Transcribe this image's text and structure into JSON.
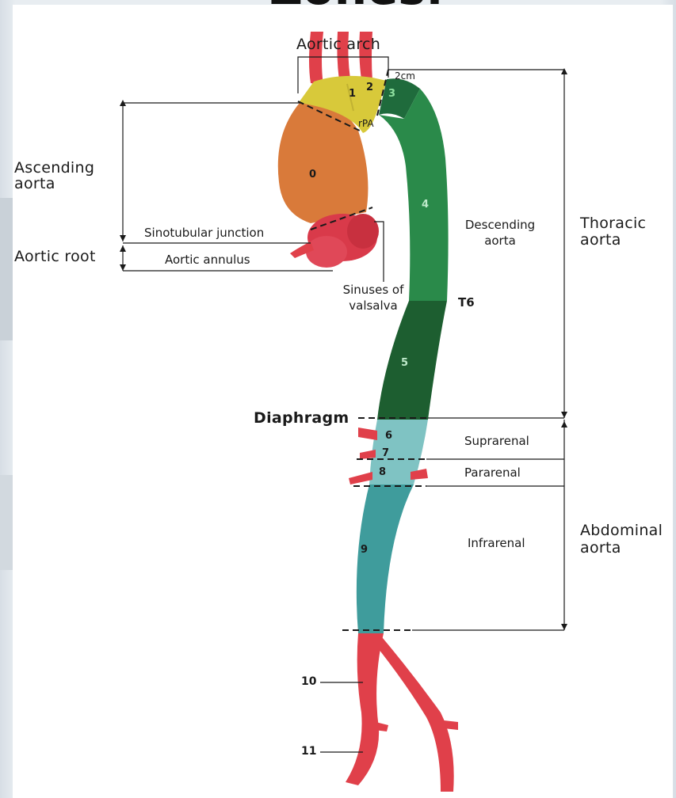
{
  "title_fragment": "Zones:",
  "labels": {
    "aortic_arch": "Aortic arch",
    "two_cm": "2cm",
    "rpa": "rPA",
    "ascending_line1": "Ascending",
    "ascending_line2": "aorta",
    "sinotubular": "Sinotubular junction",
    "aortic_root": "Aortic root",
    "aortic_annulus": "Aortic annulus",
    "sinuses_line1": "Sinuses of",
    "sinuses_line2": "valsalva",
    "descending_line1": "Descending",
    "descending_line2": "aorta",
    "t6": "T6",
    "thoracic_line1": "Thoracic",
    "thoracic_line2": "aorta",
    "diaphragm": "Diaphragm",
    "suprarenal": "Suprarenal",
    "pararenal": "Pararenal",
    "infrarenal": "Infrarenal",
    "abdominal_line1": "Abdominal",
    "abdominal_line2": "aorta"
  },
  "zones": [
    {
      "id": "0",
      "color": "#d97a3a"
    },
    {
      "id": "1",
      "color": "#d8c93a"
    },
    {
      "id": "2",
      "color": "#d8c93a"
    },
    {
      "id": "3",
      "color": "#1f6b3c"
    },
    {
      "id": "4",
      "color": "#2a8a4a"
    },
    {
      "id": "5",
      "color": "#1d5e30"
    },
    {
      "id": "6",
      "color": "#7fc3c3"
    },
    {
      "id": "7",
      "color": "#7fc3c3"
    },
    {
      "id": "8",
      "color": "#7fc3c3"
    },
    {
      "id": "9",
      "color": "#3f9c9c"
    },
    {
      "id": "10",
      "color": "#e0404a"
    },
    {
      "id": "11",
      "color": "#e0404a"
    }
  ],
  "colors": {
    "vessel_red": "#e0404a",
    "root_red": "#d93a4a",
    "ascending_orange": "#d97a3a",
    "arch_yellow": "#d8c93a",
    "thoracic_green": "#2a8a4a",
    "dark_green": "#1d5e30",
    "suprarenal_teal": "#7fc3c3",
    "infrarenal_teal": "#3f9c9c",
    "line": "#1a1a1a"
  }
}
